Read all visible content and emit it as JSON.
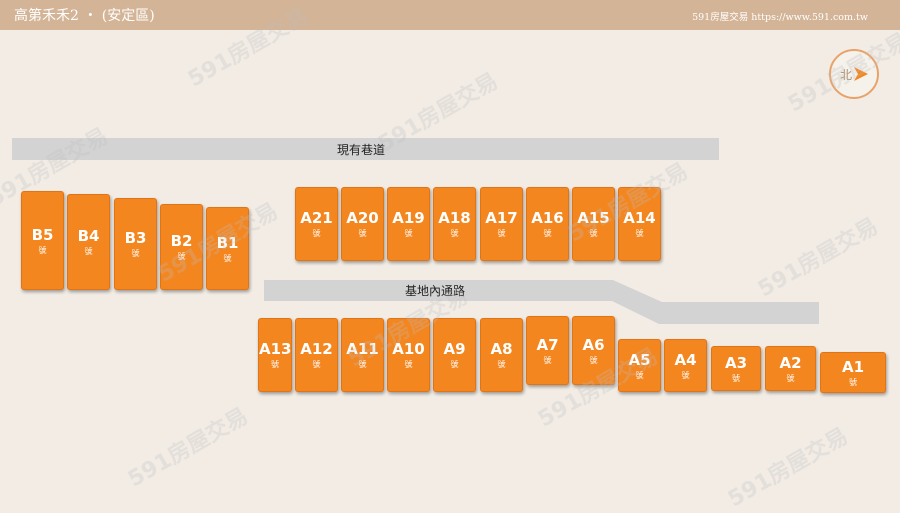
{
  "header": {
    "title": "高第禾禾2 ・ (安定區)",
    "site": "591房屋交易 https://www.591.com.tw"
  },
  "compass": {
    "label": "北",
    "icon": "north-arrow-icon"
  },
  "roads": {
    "existing_lane": "現有巷道",
    "internal_road": "基地內通路"
  },
  "lot_suffix": "號",
  "lots": [
    {
      "id": "B5"
    },
    {
      "id": "B4"
    },
    {
      "id": "B3"
    },
    {
      "id": "B2"
    },
    {
      "id": "B1"
    },
    {
      "id": "A21"
    },
    {
      "id": "A20"
    },
    {
      "id": "A19"
    },
    {
      "id": "A18"
    },
    {
      "id": "A17"
    },
    {
      "id": "A16"
    },
    {
      "id": "A15"
    },
    {
      "id": "A14"
    },
    {
      "id": "A13"
    },
    {
      "id": "A12"
    },
    {
      "id": "A11"
    },
    {
      "id": "A10"
    },
    {
      "id": "A9"
    },
    {
      "id": "A8"
    },
    {
      "id": "A7"
    },
    {
      "id": "A6"
    },
    {
      "id": "A5"
    },
    {
      "id": "A4"
    },
    {
      "id": "A3"
    },
    {
      "id": "A2"
    },
    {
      "id": "A1"
    }
  ],
  "watermark": "591房屋交易",
  "colors": {
    "lot": "#f4861f",
    "header": "#d3b497",
    "road": "#d3d3d3",
    "background": "#f2ece5"
  }
}
